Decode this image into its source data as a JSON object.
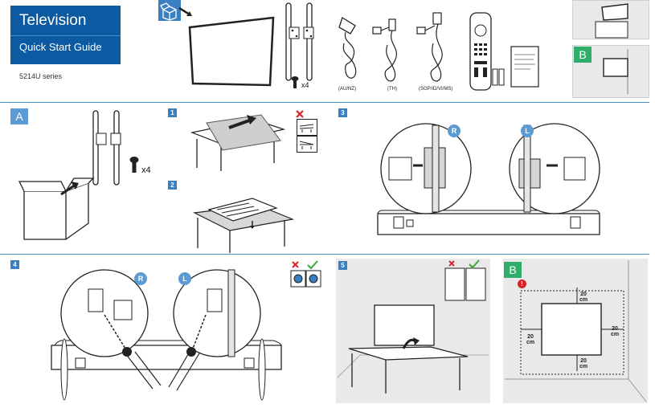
{
  "header": {
    "title": "Television",
    "subtitle": "Quick Start Guide",
    "series": "5214U series"
  },
  "box_contents": {
    "screw_count": "x4",
    "cables": [
      {
        "label": "(AU/NZ)"
      },
      {
        "label": "(TH)"
      },
      {
        "label": "(SGP/ID/VI/MS)"
      }
    ]
  },
  "sections": {
    "A": {
      "badge": "A",
      "screw_count": "x4"
    },
    "B_top": {
      "badge": "B"
    },
    "B_bottom": {
      "badge": "B"
    },
    "steps": [
      "1",
      "2",
      "3",
      "4",
      "5"
    ],
    "right_label": "R",
    "left_label": "L"
  },
  "wall_clearance": {
    "top": {
      "value": "20",
      "unit": "cm"
    },
    "left": {
      "value": "20",
      "unit": "cm"
    },
    "right": {
      "value": "20",
      "unit": "cm"
    },
    "bottom": {
      "value": "20",
      "unit": "cm"
    }
  },
  "colors": {
    "brand_blue": "#0b5aa2",
    "step_blue": "#3a7fc0",
    "green_badge": "#2fae6b",
    "warning_red": "#d8232a",
    "ok_green": "#3aaa35"
  }
}
